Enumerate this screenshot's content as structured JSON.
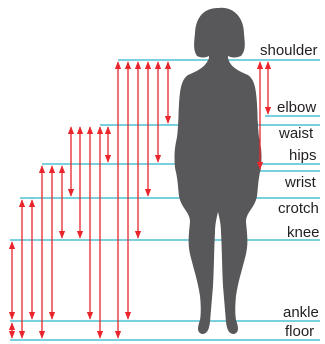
{
  "labels": {
    "shoulder": "shoulder",
    "elbow": "elbow",
    "waist": "waist",
    "hips": "hips",
    "wrist": "wrist",
    "crotch": "crotch",
    "knee": "knee",
    "ankle": "ankle",
    "floor": "floor"
  },
  "colors": {
    "guide_line": "#2bb5c8",
    "arrow": "#e8262b",
    "silhouette": "#58585a",
    "text": "#231f20"
  }
}
